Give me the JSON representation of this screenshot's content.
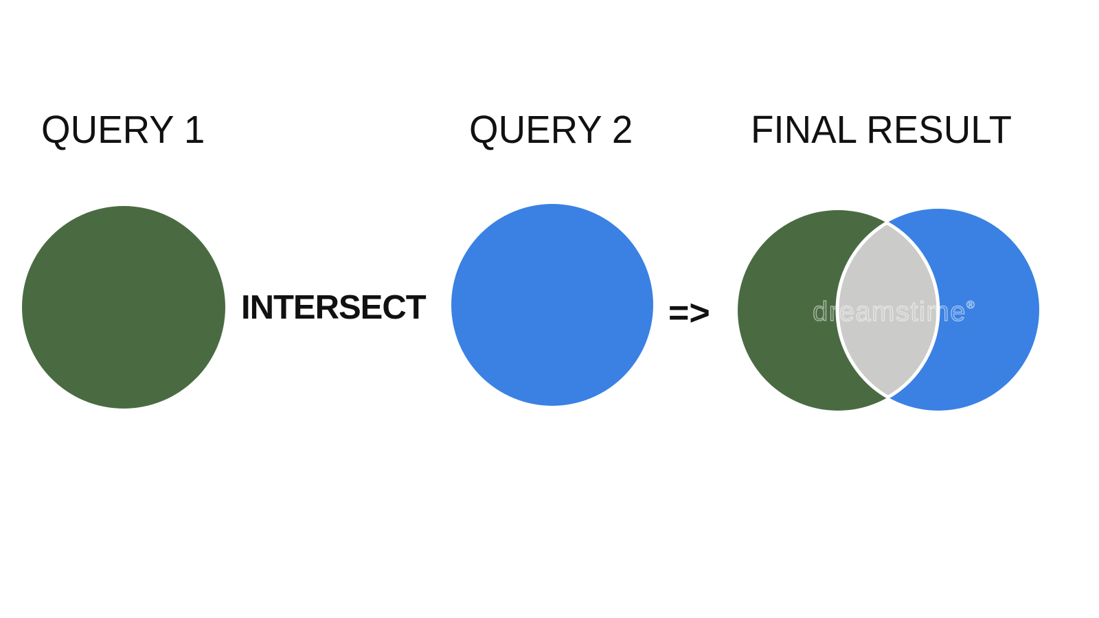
{
  "page": {
    "background": "#ffffff",
    "description": "Venn diagram illustration of the SQL INTERSECT set operation"
  },
  "labels": {
    "query1": "QUERY 1",
    "query2": "QUERY 2",
    "final": "FINAL RESULT",
    "operator": "INTERSECT",
    "arrow": "=>"
  },
  "colors": {
    "background": "#ffffff",
    "text": "#111111",
    "green": "#4A6B42",
    "blue": "#3A81E3",
    "gray": "#CBCBCA",
    "lens-stroke": "#FFFFFF"
  },
  "venn": {
    "left_set": "QUERY 1",
    "right_set": "QUERY 2",
    "operation": "INTERSECT",
    "result_region": "intersection",
    "left_color": "#4A6B42",
    "right_color": "#3A81E3",
    "intersection_color": "#CBCBCA"
  },
  "watermark": {
    "text": "dreamstime",
    "registered": "®"
  }
}
